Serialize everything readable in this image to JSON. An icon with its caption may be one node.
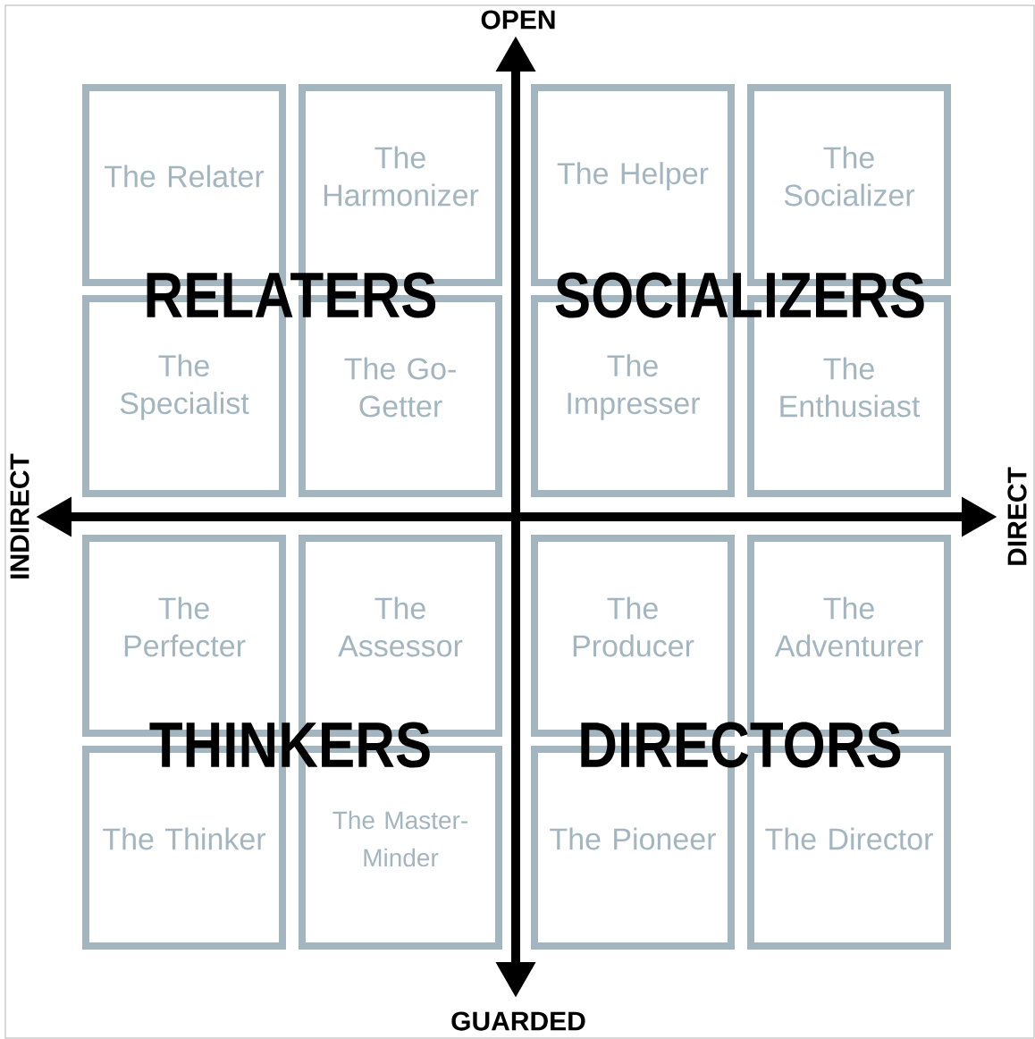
{
  "diagram": {
    "nodes": [
      {
        "text": [
          "The Relater"
        ]
      },
      {
        "text": [
          "The Harmonizer"
        ]
      },
      {
        "text": [
          "The Helper"
        ]
      },
      {
        "text": [
          "The Socializer"
        ]
      },
      {
        "text": [
          "The Specialist"
        ]
      },
      {
        "text": [
          "The Go-Getter"
        ]
      },
      {
        "text": [
          "The Impresser"
        ]
      },
      {
        "text": [
          "The Enthusiast"
        ]
      },
      {
        "text": [
          "The Perfecter"
        ]
      },
      {
        "text": [
          "The Assessor"
        ]
      },
      {
        "text": [
          "The Producer"
        ]
      },
      {
        "text": [
          "The Adventurer"
        ]
      },
      {
        "text": [
          "The Thinker"
        ]
      },
      {
        "text": [
          "The Master-Minder"
        ]
      },
      {
        "text": [
          "The Pioneer"
        ]
      },
      {
        "text": [
          "The Director"
        ]
      }
    ],
    "edges": [],
    "labels": [
      "OPEN",
      "RELATERS",
      "SOCIALIZERS",
      "INDIRECT",
      "DIRECT",
      "THINKERS",
      "DIRECTORS",
      "GUARDED"
    ]
  }
}
